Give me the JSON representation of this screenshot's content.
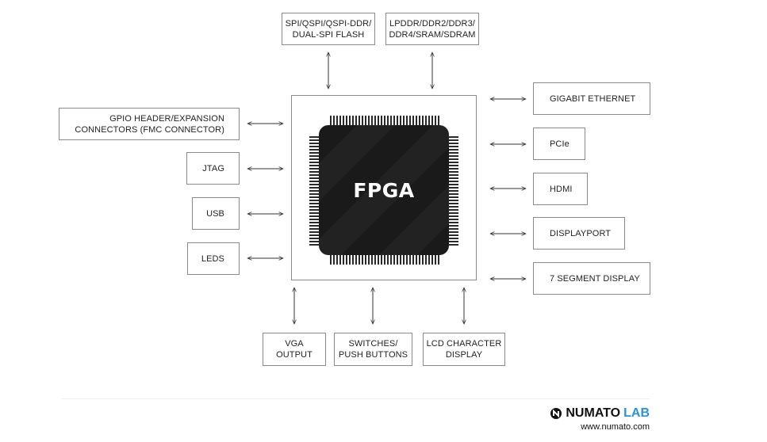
{
  "diagram": {
    "core_label": "FPGA",
    "blocks": {
      "spi_flash": "SPI/QSPI/QSPI-DDR/\nDUAL-SPI FLASH",
      "memory": "LPDDR/DDR2/DDR3/\nDDR4/SRAM/SDRAM",
      "gpio": "GPIO HEADER/EXPANSION\nCONNECTORS (FMC CONNECTOR)",
      "jtag": "JTAG",
      "usb": "USB",
      "leds": "LEDS",
      "gigabit_ethernet": "GIGABIT ETHERNET",
      "pcie": "PCIe",
      "hdmi": "HDMI",
      "displayport": "DISPLAYPORT",
      "seven_segment": "7 SEGMENT DISPLAY",
      "vga": "VGA\nOUTPUT",
      "switches": "SWITCHES/\nPUSH BUTTONS",
      "lcd": "LCD CHARACTER\nDISPLAY"
    }
  },
  "footer": {
    "logo_left": "NUMATO",
    "logo_right": "LAB",
    "website": "www.numato.com"
  },
  "colors": {
    "chip": "#1a1a1a",
    "border": "#8a8a8a",
    "accent": "#2a93d5"
  }
}
